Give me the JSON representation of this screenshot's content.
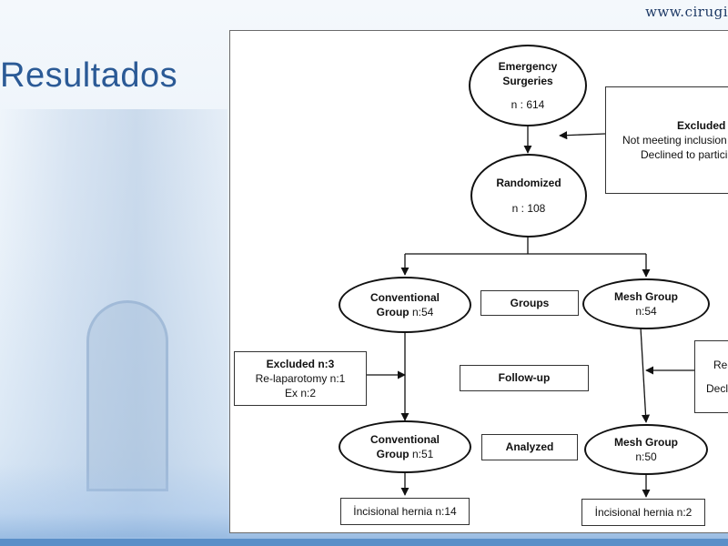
{
  "header": {
    "url_text": "www.cirugi",
    "title": "Resultados"
  },
  "diagram": {
    "emergency": {
      "line1": "Emergency",
      "line2": "Surgeries",
      "count": "n : 614"
    },
    "randomized": {
      "title": "Randomized",
      "count": "n : 108"
    },
    "excluded_top": {
      "title": "Excluded n:",
      "line1": "Not meeting inclusion",
      "line2": "Declined to particip"
    },
    "conv_group": {
      "line1": "Conventional",
      "line2_bold": "Group",
      "line2_rest": " n:54"
    },
    "mesh_group": {
      "title": "Mesh Group",
      "count": "n:54"
    },
    "groups_label": "Groups",
    "excluded_left": {
      "title": "Excluded n:3",
      "line1": "Re-laparotomy n:1",
      "line2": "Ex n:2"
    },
    "excluded_right": {
      "title": "",
      "line1": "Re-",
      "line2": "Decli"
    },
    "followup_label": "Follow-up",
    "conv_analyzed": {
      "line1": "Conventional",
      "line2_bold": "Group",
      "line2_rest": " n:51"
    },
    "mesh_analyzed": {
      "title": "Mesh Group",
      "count": "n:50"
    },
    "analyzed_label": "Analyzed",
    "hernia_left": "İncisional hernia n:14",
    "hernia_right": "İncisional hernia n:2"
  }
}
